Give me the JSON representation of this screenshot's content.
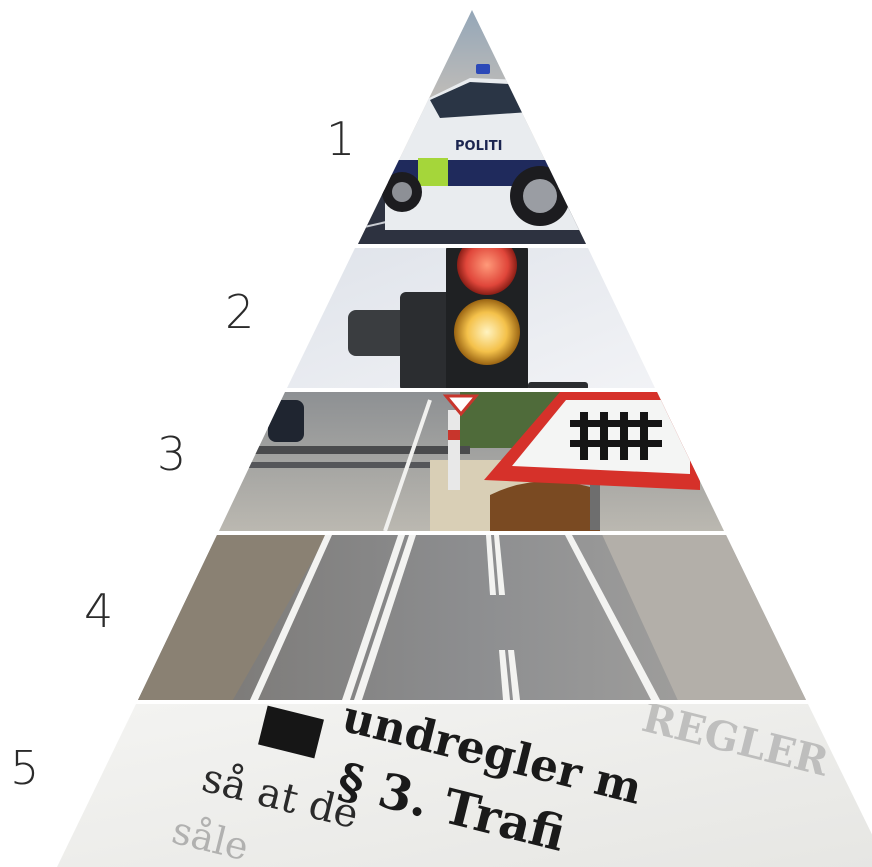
{
  "pyramid": {
    "levels": [
      {
        "number": "1",
        "photo": "police-car-photo",
        "car_label": "POLITI"
      },
      {
        "number": "2",
        "photo": "traffic-light-photo"
      },
      {
        "number": "3",
        "photo": "railway-crossing-photo"
      },
      {
        "number": "4",
        "photo": "road-lane-markings-photo"
      },
      {
        "number": "5",
        "photo": "traffic-law-text-photo",
        "text_lines": [
          "undregler m",
          "§ 3. Trafi",
          "så at de",
          "såle",
          "REGLER"
        ]
      }
    ]
  }
}
